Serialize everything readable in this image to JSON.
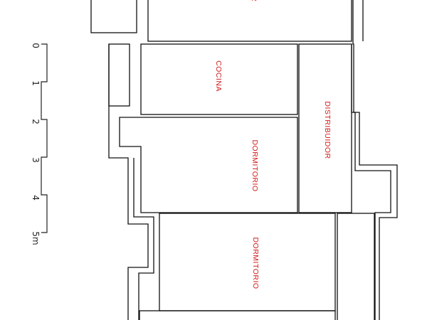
{
  "colors": {
    "walls": "#111111",
    "labels": "#d21a1a",
    "scale": "#222222",
    "background": "#ffffff"
  },
  "rooms": {
    "top_partial": "R",
    "cocina": "COCINA",
    "distribuidor": "DISTRIBUIDOR",
    "dormitorio_1": "DORMITORIO",
    "dormitorio_2": "DORMITORIO"
  },
  "scale_bar": {
    "ticks": [
      "0",
      "1",
      "2",
      "3",
      "4",
      "5m"
    ]
  }
}
